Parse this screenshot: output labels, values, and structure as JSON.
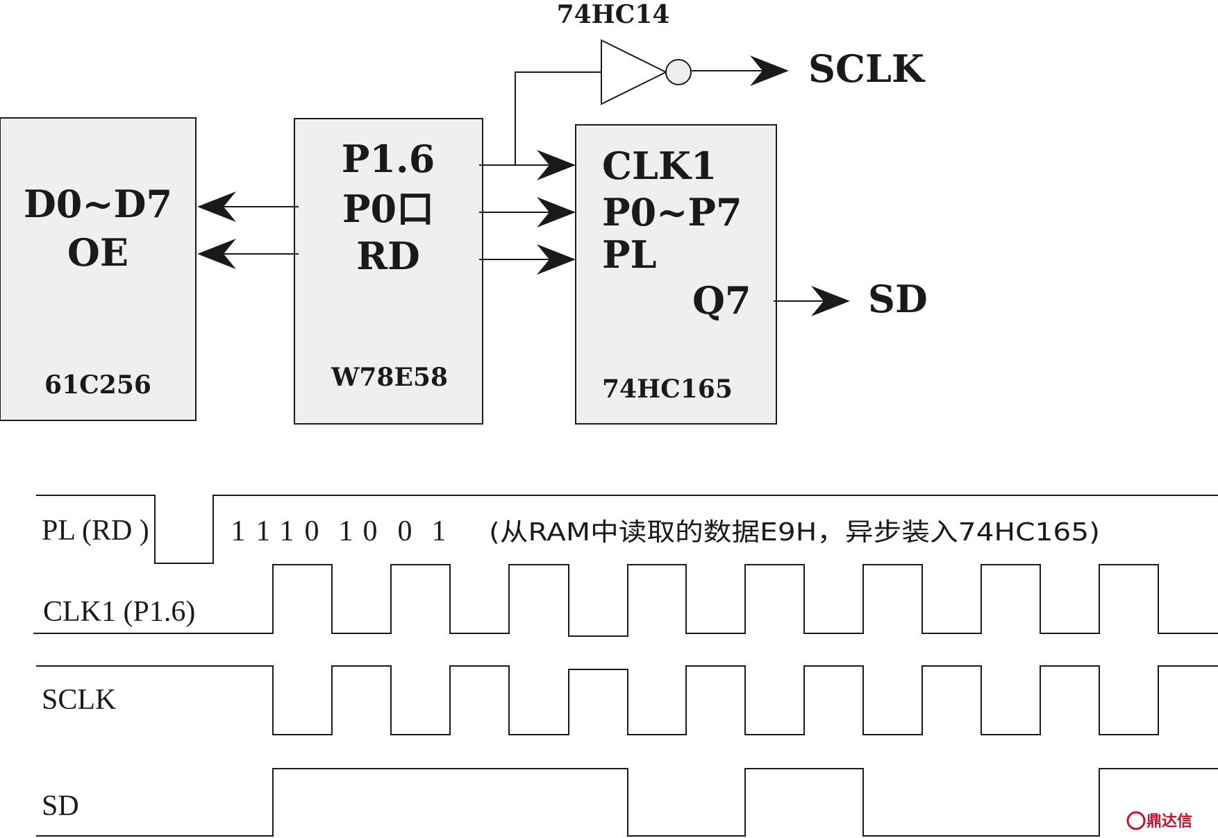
{
  "blocks": {
    "ram": {
      "pins": [
        "D0~D7",
        "OE"
      ],
      "part": "61C256"
    },
    "mcu": {
      "pins": [
        "P1.6",
        "P0口",
        "RD"
      ],
      "part": "W78E58"
    },
    "shift": {
      "pins": [
        "CLK1",
        "P0~P7",
        "PL"
      ],
      "output_pin": "Q7",
      "part": "74HC165"
    }
  },
  "inverter": {
    "part": "74HC14",
    "output": "SCLK"
  },
  "serial_output": "SD",
  "timing": {
    "labels": {
      "pl": "PL (RD )",
      "clk1": "CLK1 (P1.6)",
      "sclk": "SCLK",
      "sd": "SD"
    },
    "bits": [
      "1",
      "1",
      "1",
      "0",
      "1",
      "0",
      "0",
      "1"
    ],
    "note": "(从RAM中读取的数据E9H，异步装入74HC165)"
  },
  "watermark": "鼎达信",
  "colors": {
    "line": "#1a1a1a",
    "block_fill": "#efefef",
    "watermark": "#c8102e"
  }
}
